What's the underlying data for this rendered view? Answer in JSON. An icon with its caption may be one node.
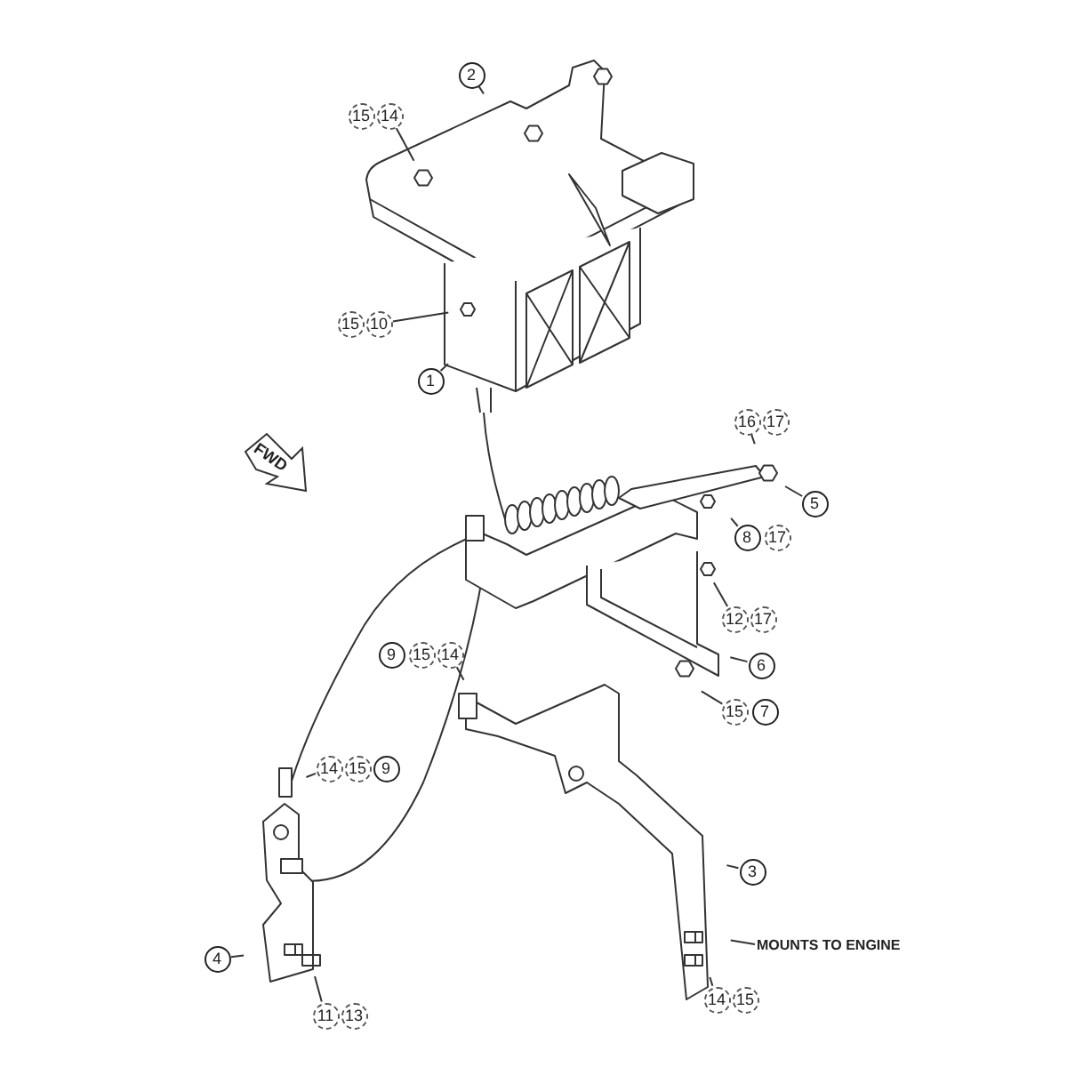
{
  "diagram": {
    "nodes": [
      {
        "text": [
          "2"
        ]
      },
      {
        "text": [
          "15"
        ]
      },
      {
        "text": [
          "14"
        ]
      },
      {
        "text": [
          "15"
        ]
      },
      {
        "text": [
          "10"
        ]
      },
      {
        "text": [
          "1"
        ]
      },
      {
        "text": [
          "16"
        ]
      },
      {
        "text": [
          "17"
        ]
      },
      {
        "text": [
          "5"
        ]
      },
      {
        "text": [
          "8"
        ]
      },
      {
        "text": [
          "17"
        ]
      },
      {
        "text": [
          "12"
        ]
      },
      {
        "text": [
          "17"
        ]
      },
      {
        "text": [
          "9"
        ]
      },
      {
        "text": [
          "15"
        ]
      },
      {
        "text": [
          "14"
        ]
      },
      {
        "text": [
          "6"
        ]
      },
      {
        "text": [
          "15"
        ]
      },
      {
        "text": [
          "7"
        ]
      },
      {
        "text": [
          "14"
        ]
      },
      {
        "text": [
          "15"
        ]
      },
      {
        "text": [
          "9"
        ]
      },
      {
        "text": [
          "3"
        ]
      },
      {
        "text": [
          "MOUNTS TO ENGINE"
        ]
      },
      {
        "text": [
          "4"
        ]
      },
      {
        "text": [
          "11"
        ]
      },
      {
        "text": [
          "13"
        ]
      },
      {
        "text": [
          "14"
        ]
      },
      {
        "text": [
          "15"
        ]
      }
    ],
    "edges": [
      {
        "from": 0,
        "to": null,
        "arrow": "none"
      },
      {
        "from": 2,
        "to": null,
        "arrow": "none"
      },
      {
        "from": 4,
        "to": null,
        "arrow": "none"
      },
      {
        "from": 5,
        "to": null,
        "arrow": "none"
      },
      {
        "from": 6,
        "to": null,
        "arrow": "none"
      },
      {
        "from": 8,
        "to": null,
        "arrow": "none"
      },
      {
        "from": 9,
        "to": null,
        "arrow": "none"
      },
      {
        "from": 11,
        "to": null,
        "arrow": "none"
      },
      {
        "from": 15,
        "to": null,
        "arrow": "none"
      },
      {
        "from": 16,
        "to": null,
        "arrow": "none"
      },
      {
        "from": 17,
        "to": null,
        "arrow": "none"
      },
      {
        "from": 19,
        "to": null,
        "arrow": "none"
      },
      {
        "from": 22,
        "to": null,
        "arrow": "none"
      },
      {
        "from": 23,
        "to": null,
        "arrow": "none"
      },
      {
        "from": 24,
        "to": null,
        "arrow": "none"
      },
      {
        "from": 25,
        "to": null,
        "arrow": "none"
      },
      {
        "from": 27,
        "to": null,
        "arrow": "none"
      }
    ],
    "labels": [
      "FWD"
    ]
  }
}
